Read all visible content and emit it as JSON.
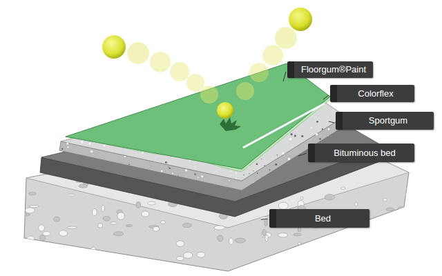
{
  "diagram": {
    "nodes": [
      {
        "text": [
          "Floorgum®Paint"
        ]
      },
      {
        "text": [
          "Colorflex"
        ]
      },
      {
        "text": [
          "Sportgum"
        ]
      },
      {
        "text": [
          "Bituminous bed"
        ]
      },
      {
        "text": [
          "Bed"
        ]
      }
    ]
  }
}
